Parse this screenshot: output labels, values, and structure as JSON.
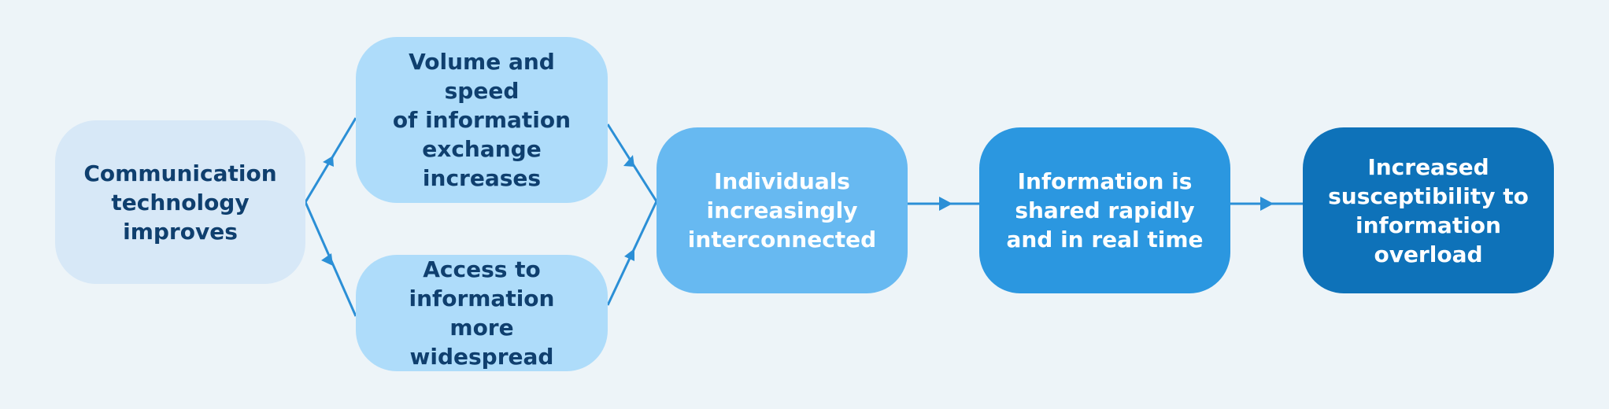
{
  "colors": {
    "background": "#edf4f8",
    "connector": "#2b8fd6",
    "node_lightest": "#d7e8f7",
    "node_light": "#aedcfa",
    "node_medium": "#67b9f1",
    "node_strong": "#2b97e0",
    "node_darkest": "#0e72b9",
    "text_dark": "#0f3f6e",
    "text_light": "#ffffff"
  },
  "nodes": {
    "n1": {
      "label": "Communication\ntechnology\nimproves"
    },
    "n2": {
      "label": "Volume and speed\nof information\nexchange\nincreases"
    },
    "n3": {
      "label": "Access to\ninformation more\nwidespread"
    },
    "n4": {
      "label": "Individuals\nincreasingly\ninterconnected"
    },
    "n5": {
      "label": "Information is\nshared rapidly\nand in real time"
    },
    "n6": {
      "label": "Increased\nsusceptibility to\ninformation\noverload"
    }
  },
  "edges": [
    {
      "from": "n1",
      "to": "n2"
    },
    {
      "from": "n1",
      "to": "n3"
    },
    {
      "from": "n2",
      "to": "n4"
    },
    {
      "from": "n3",
      "to": "n4"
    },
    {
      "from": "n4",
      "to": "n5"
    },
    {
      "from": "n5",
      "to": "n6"
    }
  ]
}
